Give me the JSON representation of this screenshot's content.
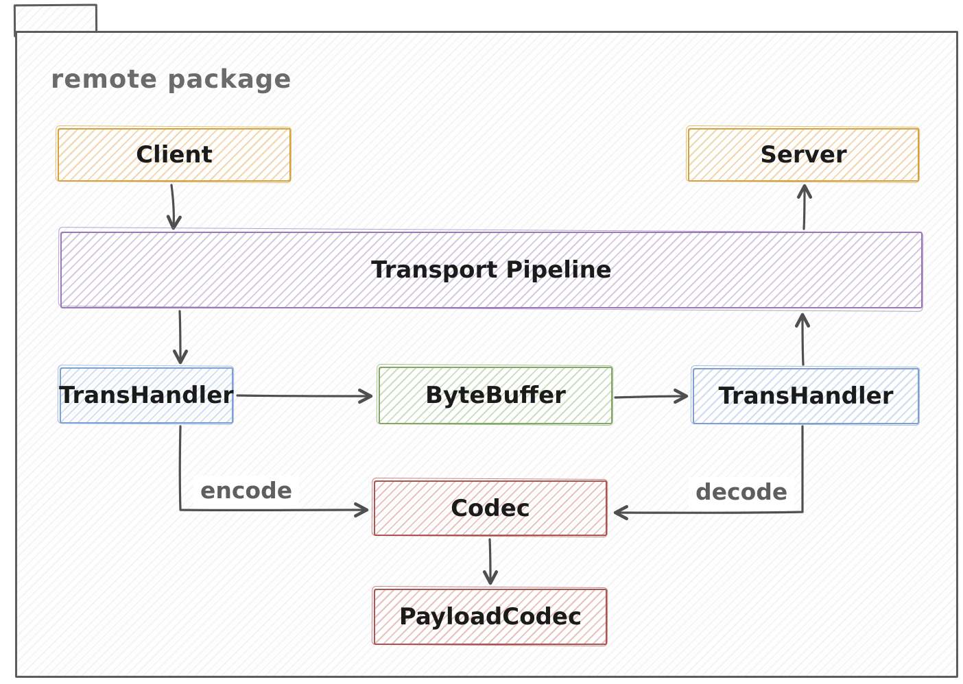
{
  "package": {
    "title": "remote package"
  },
  "nodes": {
    "client": {
      "label": "Client",
      "color": "#D9A13D"
    },
    "server": {
      "label": "Server",
      "color": "#D9A13D"
    },
    "pipeline": {
      "label": "Transport Pipeline",
      "color": "#9878B8"
    },
    "transhandler_left": {
      "label": "TransHandler",
      "color": "#7E9FD6"
    },
    "bytebuffer": {
      "label": "ByteBuffer",
      "color": "#83A765"
    },
    "transhandler_right": {
      "label": "TransHandler",
      "color": "#7E9FD6"
    },
    "codec": {
      "label": "Codec",
      "color": "#AC5550"
    },
    "payload_codec": {
      "label": "PayloadCodec",
      "color": "#AC5550"
    }
  },
  "edge_labels": {
    "encode": "encode",
    "decode": "decode"
  },
  "colors": {
    "arrow": "#4F4F4F",
    "package_border": "#5C5C5C",
    "title_text": "#6B6B6B",
    "node_label_text": "#1B1B1B",
    "edge_label_text": "#5F5F5F",
    "hatch_background": "#FEFEFE"
  }
}
